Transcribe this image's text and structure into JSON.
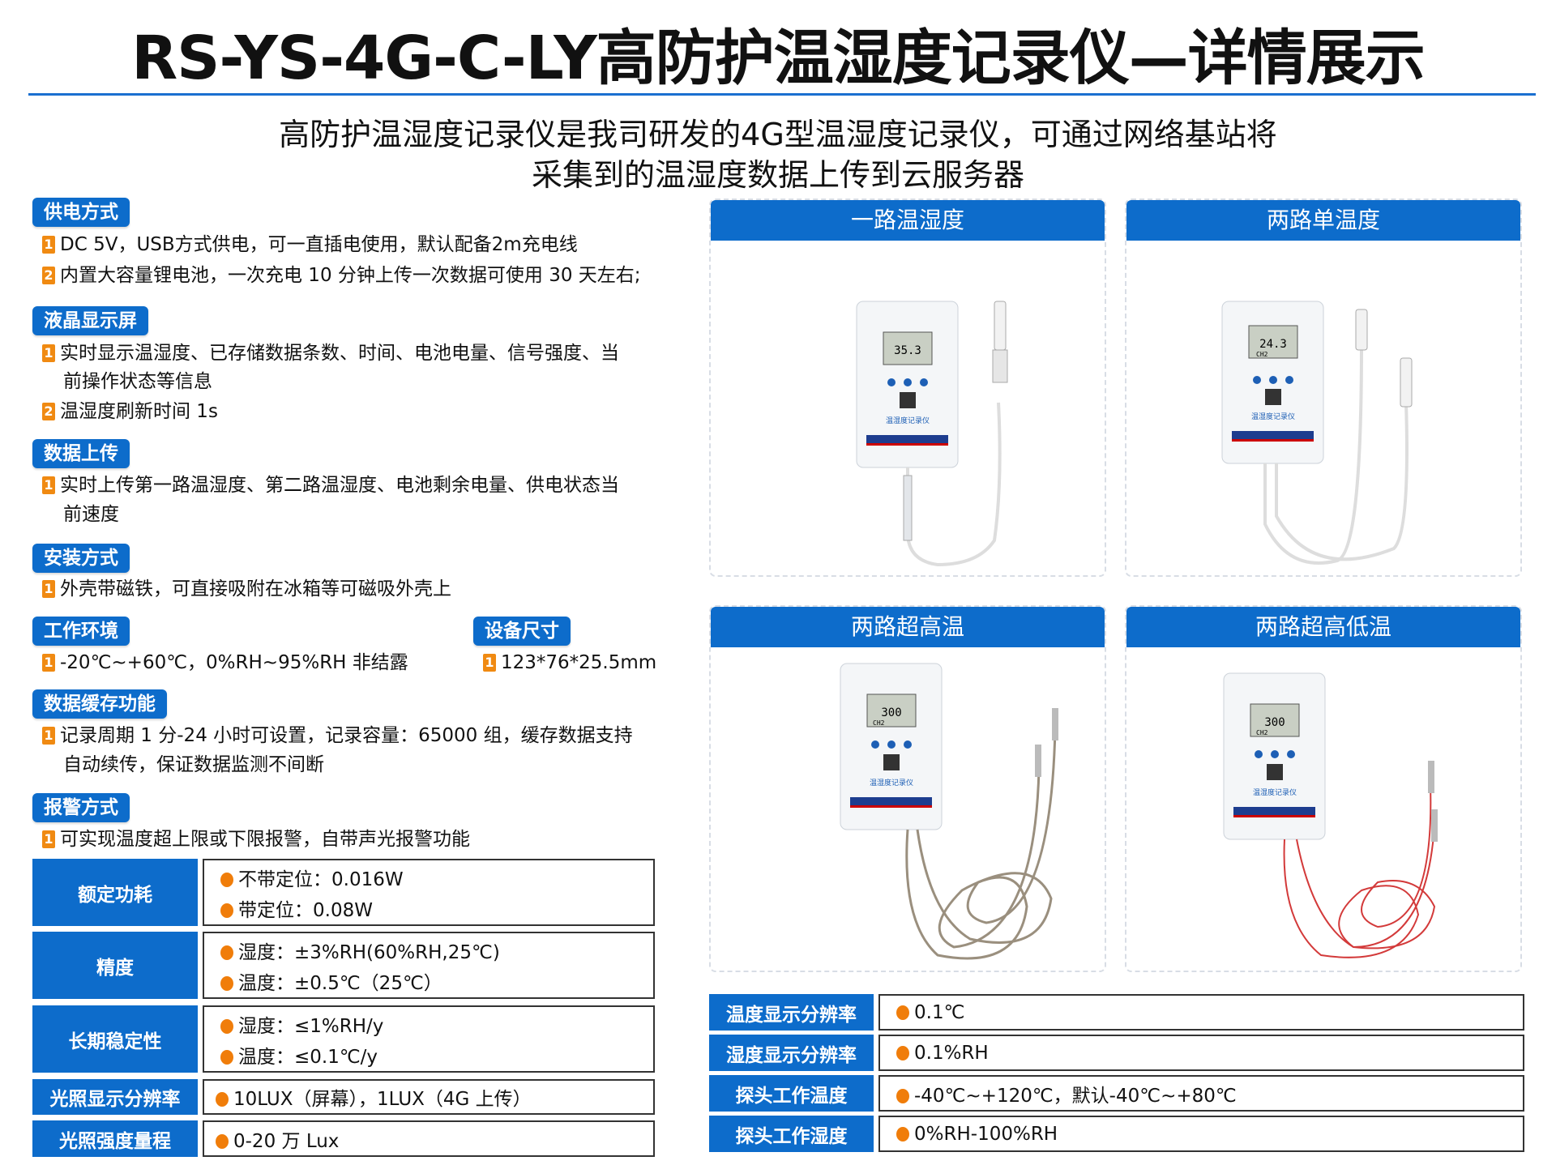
{
  "title": "RS-YS-4G-C-LY高防护温湿度记录仪—详情展示",
  "subtitle": [
    "高防护温湿度记录仪是我司研发的4G型温湿度记录仪，可通过网络基站将",
    "采集到的温湿度数据上传到云服务器"
  ],
  "sections": {
    "power": {
      "tag": "供电方式",
      "items": [
        "DC 5V，USB方式供电，可一直插电使用，默认配备2m充电线",
        "内置大容量锂电池，一次充电 10 分钟上传一次数据可使用 30 天左右;"
      ]
    },
    "lcd": {
      "tag": "液晶显示屏",
      "items": [
        "实时显示温湿度、已存储数据条数、时间、电池电量、信号强度、当",
        "前操作状态等信息",
        "温湿度刷新时间 1s"
      ]
    },
    "upload": {
      "tag": "数据上传",
      "items": [
        "实时上传第一路温湿度、第二路温湿度、电池剩余电量、供电状态当",
        "前速度"
      ]
    },
    "install": {
      "tag": "安装方式",
      "items": [
        "外壳带磁铁，可直接吸附在冰箱等可磁吸外壳上"
      ]
    },
    "env": {
      "tag": "工作环境",
      "items": [
        "-20℃~+60℃，0%RH~95%RH 非结露"
      ]
    },
    "size": {
      "tag": "设备尺寸",
      "items": [
        "123*76*25.5mm"
      ]
    },
    "cache": {
      "tag": "数据缓存功能",
      "items": [
        "记录周期 1 分-24 小时可设置，记录容量：65000 组，缓存数据支持",
        "自动续传，保证数据监测不间断"
      ]
    },
    "alarm": {
      "tag": "报警方式",
      "items": [
        "可实现温度超上限或下限报警，自带声光报警功能"
      ]
    }
  },
  "nums": [
    "1",
    "2"
  ],
  "left_table": [
    {
      "label": "额定功耗",
      "values": [
        "不带定位：0.016W",
        "带定位：0.08W"
      ]
    },
    {
      "label": "精度",
      "values": [
        "湿度：±3%RH(60%RH,25℃)",
        "温度：±0.5℃（25℃）"
      ]
    },
    {
      "label": "长期稳定性",
      "values": [
        "湿度：≤1%RH/y",
        "温度：≤0.1℃/y"
      ]
    },
    {
      "label": "光照显示分辨率",
      "values": [
        "10LUX（屏幕），1LUX（4G 上传）"
      ]
    },
    {
      "label": "光照强度量程",
      "values": [
        "0-20 万 Lux"
      ]
    }
  ],
  "right_table": [
    {
      "label": "温度显示分辨率",
      "value": "0.1℃"
    },
    {
      "label": "湿度显示分辨率",
      "value": "0.1%RH"
    },
    {
      "label": "探头工作温度",
      "value": "-40℃~+120℃，默认-40℃~+80℃"
    },
    {
      "label": "探头工作湿度",
      "value": "0%RH-100%RH"
    }
  ],
  "panels": [
    {
      "title": "一路温湿度",
      "lcd": "35.3",
      "ch": ""
    },
    {
      "title": "两路单温度",
      "lcd": "24.3",
      "ch": "CH2"
    },
    {
      "title": "两路超高温",
      "lcd": "300",
      "ch": "CH2"
    },
    {
      "title": "两路超高低温",
      "lcd": "300",
      "ch": "CH2"
    }
  ],
  "device_label": "温湿度记录仪",
  "colors": {
    "accent": "#0d6ccb",
    "bullet": "#f07d0a"
  }
}
